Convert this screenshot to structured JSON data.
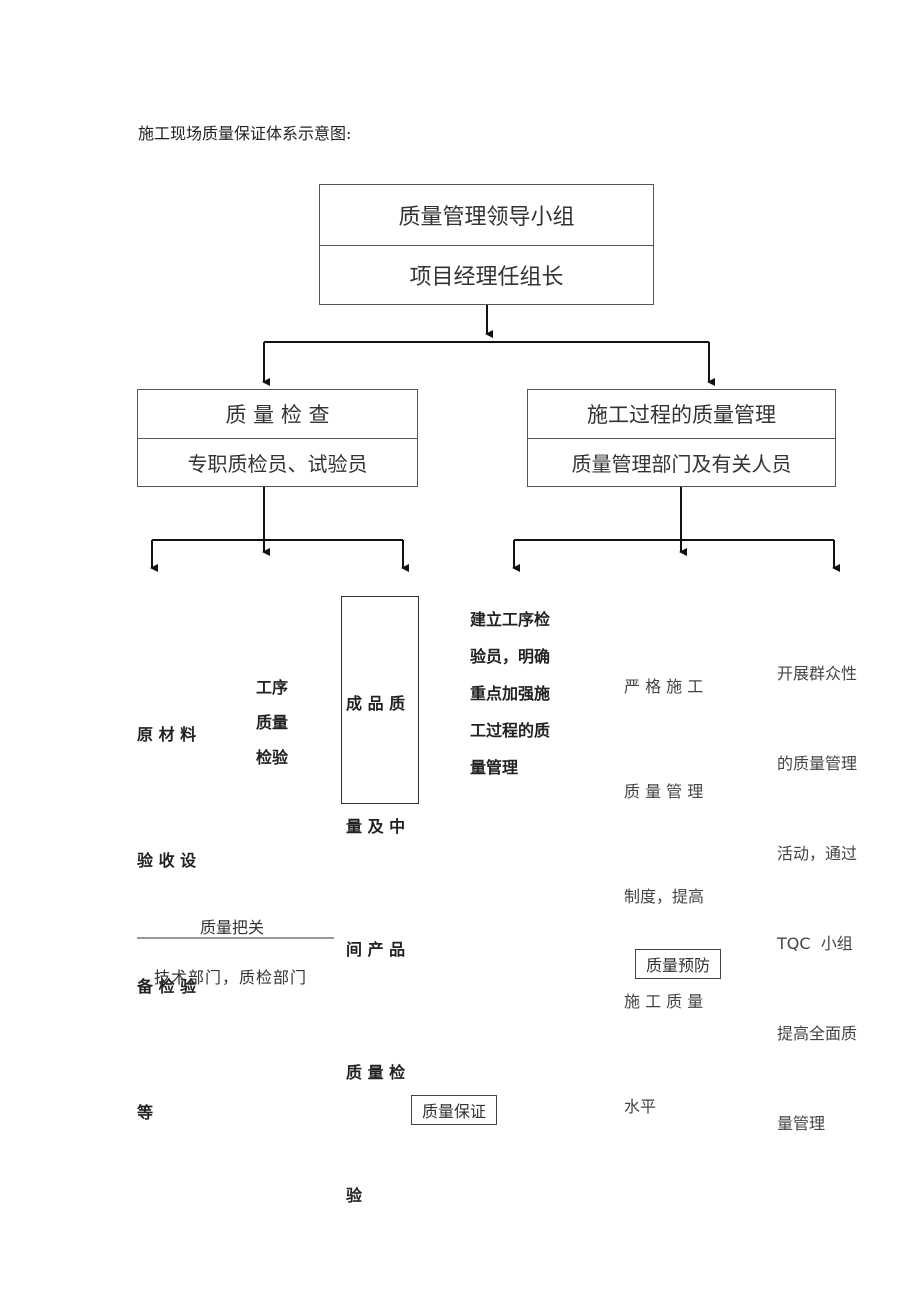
{
  "caption": "施工现场质量保证体系示意图:",
  "top_box": {
    "title": "质量管理领导小组",
    "subtitle": "项目经理任组长"
  },
  "left_box": {
    "title": "质 量 检 查",
    "subtitle": "专职质检员、试验员"
  },
  "right_box": {
    "title": "施工过程的质量管理",
    "subtitle": "质量管理部门及有关人员"
  },
  "left_leaves": [
    {
      "lines": [
        "原 材 料",
        "验 收 设",
        "备 检 验",
        "等"
      ]
    },
    {
      "lines": [
        "工序",
        "质量",
        "检验"
      ]
    },
    {
      "lines": [
        "成 品 质",
        "量 及 中",
        "间 产 品",
        "质 量 检",
        "验"
      ]
    }
  ],
  "right_leaves": [
    {
      "lines": [
        "建立工序检",
        "验员，明确",
        "重点加强施",
        "工过程的质",
        "量管理"
      ]
    },
    {
      "lines": [
        "严 格 施 工",
        "质 量 管 理",
        "制度，提高",
        "施 工 质 量",
        "水平"
      ]
    },
    {
      "lines": [
        "开展群众性",
        "的质量管理",
        "活动，通过",
        "TQC  小组",
        "提高全面质",
        "量管理"
      ]
    }
  ],
  "quality_gate": {
    "label": "质量把关",
    "dept": "技术部门，质检部门"
  },
  "quality_prevention": "质量预防",
  "quality_assurance": "质量保证"
}
